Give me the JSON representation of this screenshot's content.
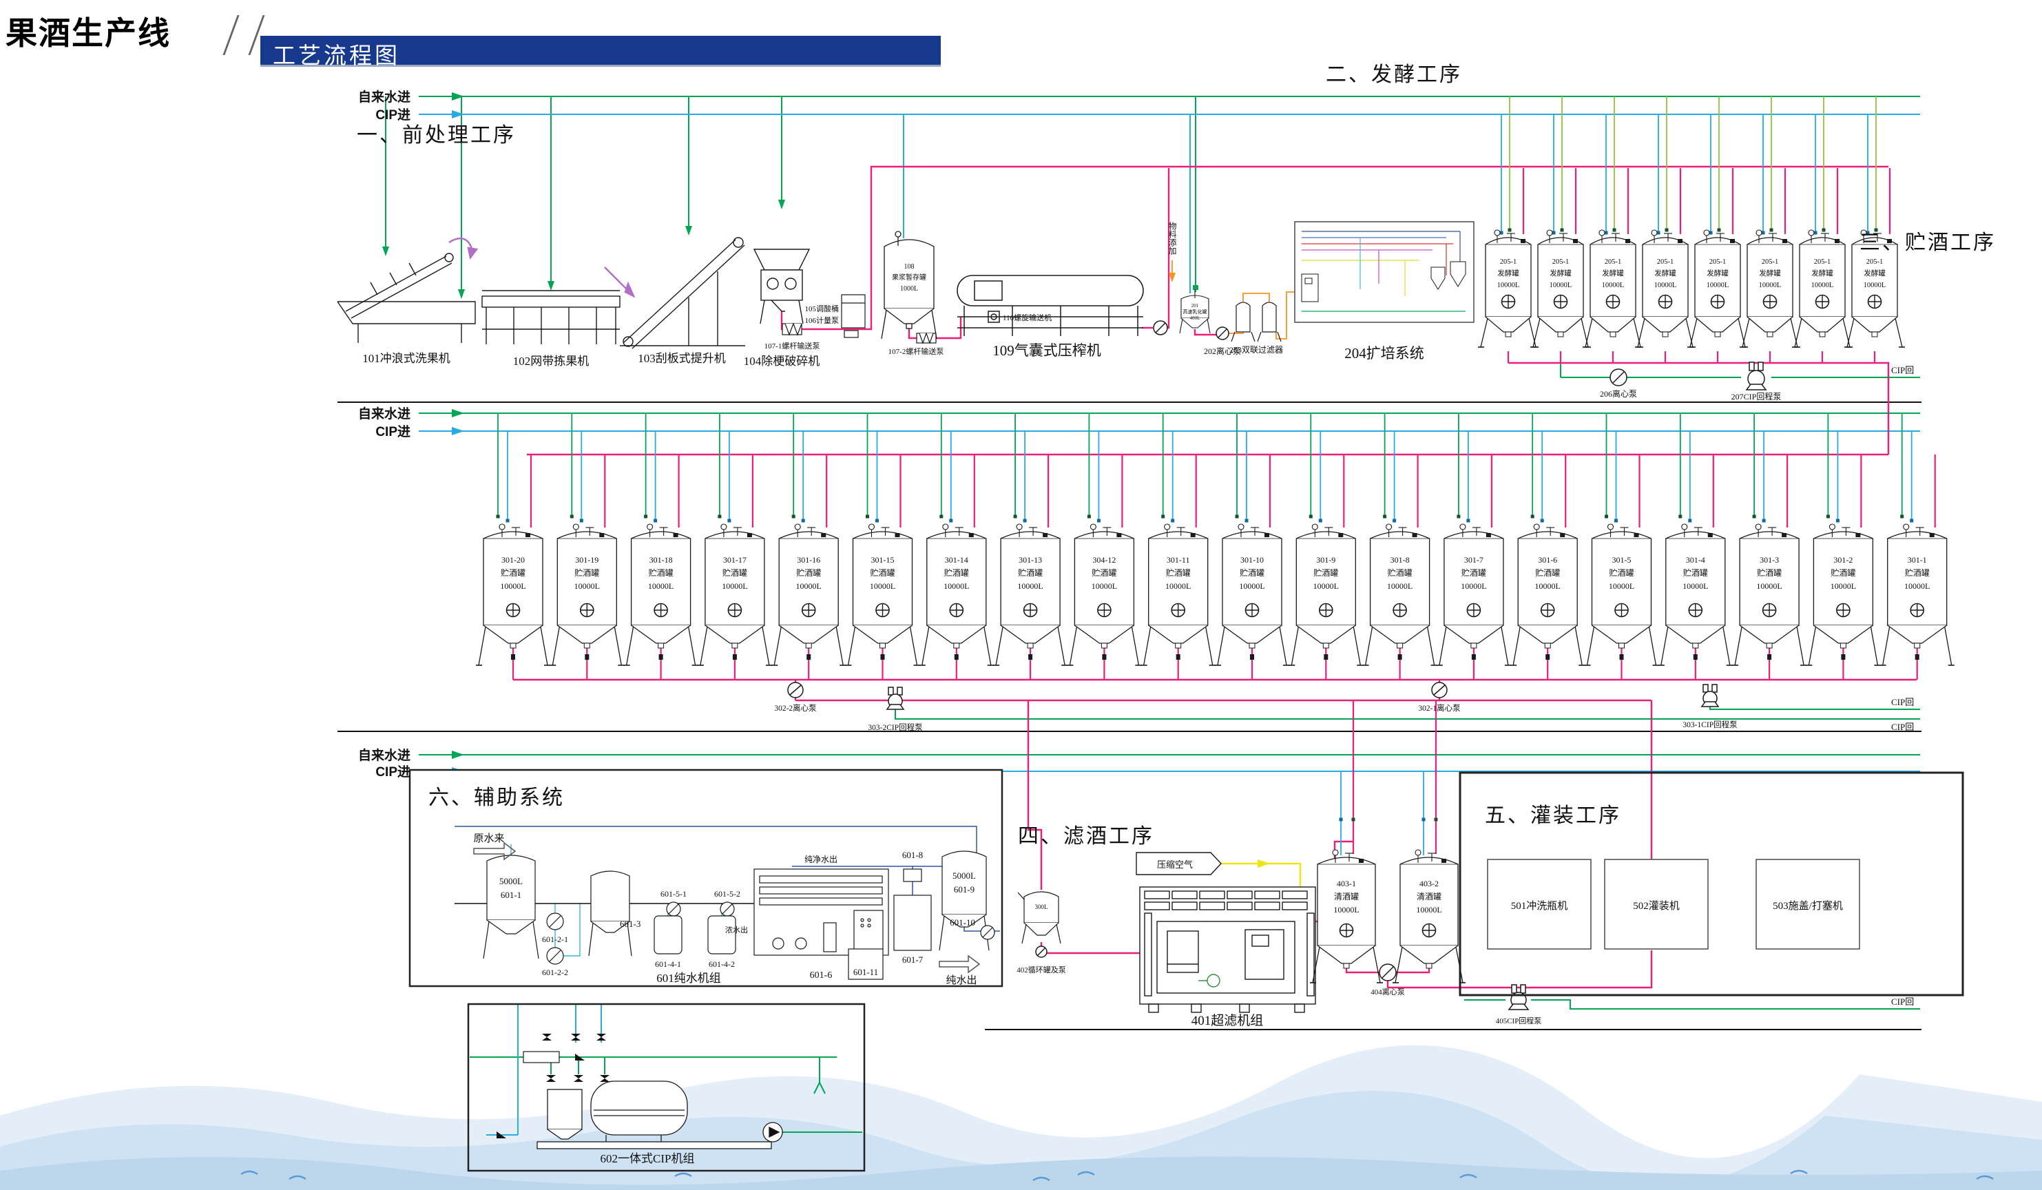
{
  "title": {
    "product": "果酒生产线",
    "banner": "工艺流程图"
  },
  "flows": {
    "tap_water_in": "自来水进",
    "cip_in": "CIP进",
    "cip_return": "CIP回",
    "material_add": "物料添加",
    "compressed_air": "压缩空气",
    "raw_water_in": "原水来",
    "purified_water_out": "纯净水出",
    "conc_water_out": "浓水出",
    "pure_water_out": "纯水出"
  },
  "sections": {
    "pretreatment": "一、前处理工序",
    "fermentation": "二、发酵工序",
    "storage": "三、贮酒工序",
    "filtration": "四、滤酒工序",
    "filling": "五、灌装工序",
    "auxiliary": "六、辅助系统"
  },
  "pretreatment": {
    "washer": "101冲浪式洗果机",
    "sorter": "102网带拣果机",
    "elevator": "103刮板式提升机",
    "crusher": "104除梗破碎机",
    "acid_tank": "105调酸桶",
    "dosing_pump": "106计量泵",
    "screw_pump_1": "107-1螺杆输送泵",
    "screw_pump_2": "107-2螺杆输送泵",
    "buffer_tank": {
      "id": "108",
      "name": "果浆暂存罐",
      "volume": "1000L"
    },
    "press": "109气囊式压榨机",
    "screw_conveyor": "110螺旋输送机"
  },
  "fermentation": {
    "emulsify_tank": {
      "id": "201",
      "name": "高速乳化罐",
      "volume": "400L"
    },
    "pump_202": "202离心泵",
    "duplex_filter": "203双联过滤器",
    "propagation_system": "204扩培系统",
    "tank_count": 8,
    "tank": {
      "id": "205-1",
      "name": "发酵罐",
      "volume": "10000L"
    },
    "pump_206": "206离心泵",
    "pump_207": "207CIP回程泵"
  },
  "storage": {
    "tank_name": "贮酒罐",
    "tank_volume": "10000L",
    "tank_ids": [
      "301-20",
      "301-19",
      "301-18",
      "301-17",
      "301-16",
      "301-15",
      "301-14",
      "301-13",
      "304-12",
      "301-11",
      "301-10",
      "301-9",
      "301-8",
      "301-7",
      "301-6",
      "301-5",
      "301-4",
      "301-3",
      "301-2",
      "301-1"
    ],
    "pump_302_2": "302-2离心泵",
    "pump_303_2": "303-2CIP回程泵",
    "pump_302_1": "302-1离心泵",
    "pump_303_1": "303-1CIP回程泵"
  },
  "filtration": {
    "circ_tank_volume": "300L",
    "circ_tank": "402循环罐及泵",
    "uf_unit": "401超滤机组",
    "tanks": [
      {
        "id": "403-1",
        "name": "清酒罐",
        "volume": "10000L"
      },
      {
        "id": "403-2",
        "name": "清酒罐",
        "volume": "10000L"
      }
    ],
    "pump_404": "404离心泵",
    "pump_405": "405CIP回程泵"
  },
  "filling": {
    "rinser": "501冲洗瓶机",
    "filler": "502灌装机",
    "capper": "503施盖/打塞机"
  },
  "auxiliary": {
    "unit_label": "601纯水机组",
    "tank1_volume": "5000L",
    "tank1": "601-1",
    "pump_2_1": "601-2-1",
    "pump_2_2": "601-2-2",
    "tank3": "601-3",
    "filter_4_1": "601-4-1",
    "filter_4_2": "601-4-2",
    "pump_5_1": "601-5-1",
    "pump_5_2": "601-5-2",
    "ro_unit": "601-6",
    "tank7": "601-7",
    "valve8": "601-8",
    "tank9_volume": "5000L",
    "tank9": "601-9",
    "pump10": "601-10",
    "tank11": "601-11"
  },
  "cip": {
    "unit": "602一体式CIP机组"
  },
  "colors": {
    "banner": "#16398e",
    "tap_water": "#00a651",
    "cip": "#29abe2",
    "product": "#ed1e79",
    "ferm_water": "#8dc63f",
    "orange": "#f7941d",
    "compressed_air": "#efe410",
    "aux_blue": "#2e54a5"
  }
}
